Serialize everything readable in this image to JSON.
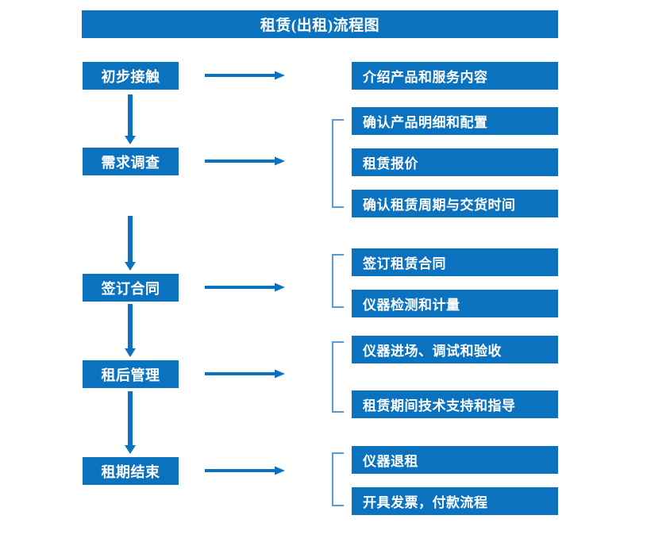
{
  "diagram": {
    "title": "租赁(出租)流程图",
    "accent_color": "#0B72C0",
    "bracket_color": "#5B9BD5",
    "text_color": "#FFFFFF",
    "background_color": "#FFFFFF",
    "stages": [
      {
        "label": "初步接触"
      },
      {
        "label": "需求调查"
      },
      {
        "label": "签订合同"
      },
      {
        "label": "租后管理"
      },
      {
        "label": "租期结束"
      }
    ],
    "details": [
      {
        "label": "介绍产品和服务内容"
      },
      {
        "label": "确认产品明细和配置"
      },
      {
        "label": "租赁报价"
      },
      {
        "label": "确认租赁周期与交货时间"
      },
      {
        "label": "签订租赁合同"
      },
      {
        "label": "仪器检测和计量"
      },
      {
        "label": "仪器进场、调试和验收"
      },
      {
        "label": "租赁期间技术支持和指导"
      },
      {
        "label": "仪器退租"
      },
      {
        "label": "开具发票，付款流程"
      }
    ],
    "connectors": {
      "horizontal_arrow_icon": "arrow-right-icon",
      "vertical_arrow_icon": "arrow-down-icon",
      "bracket_icon": "bracket-left-icon"
    }
  }
}
